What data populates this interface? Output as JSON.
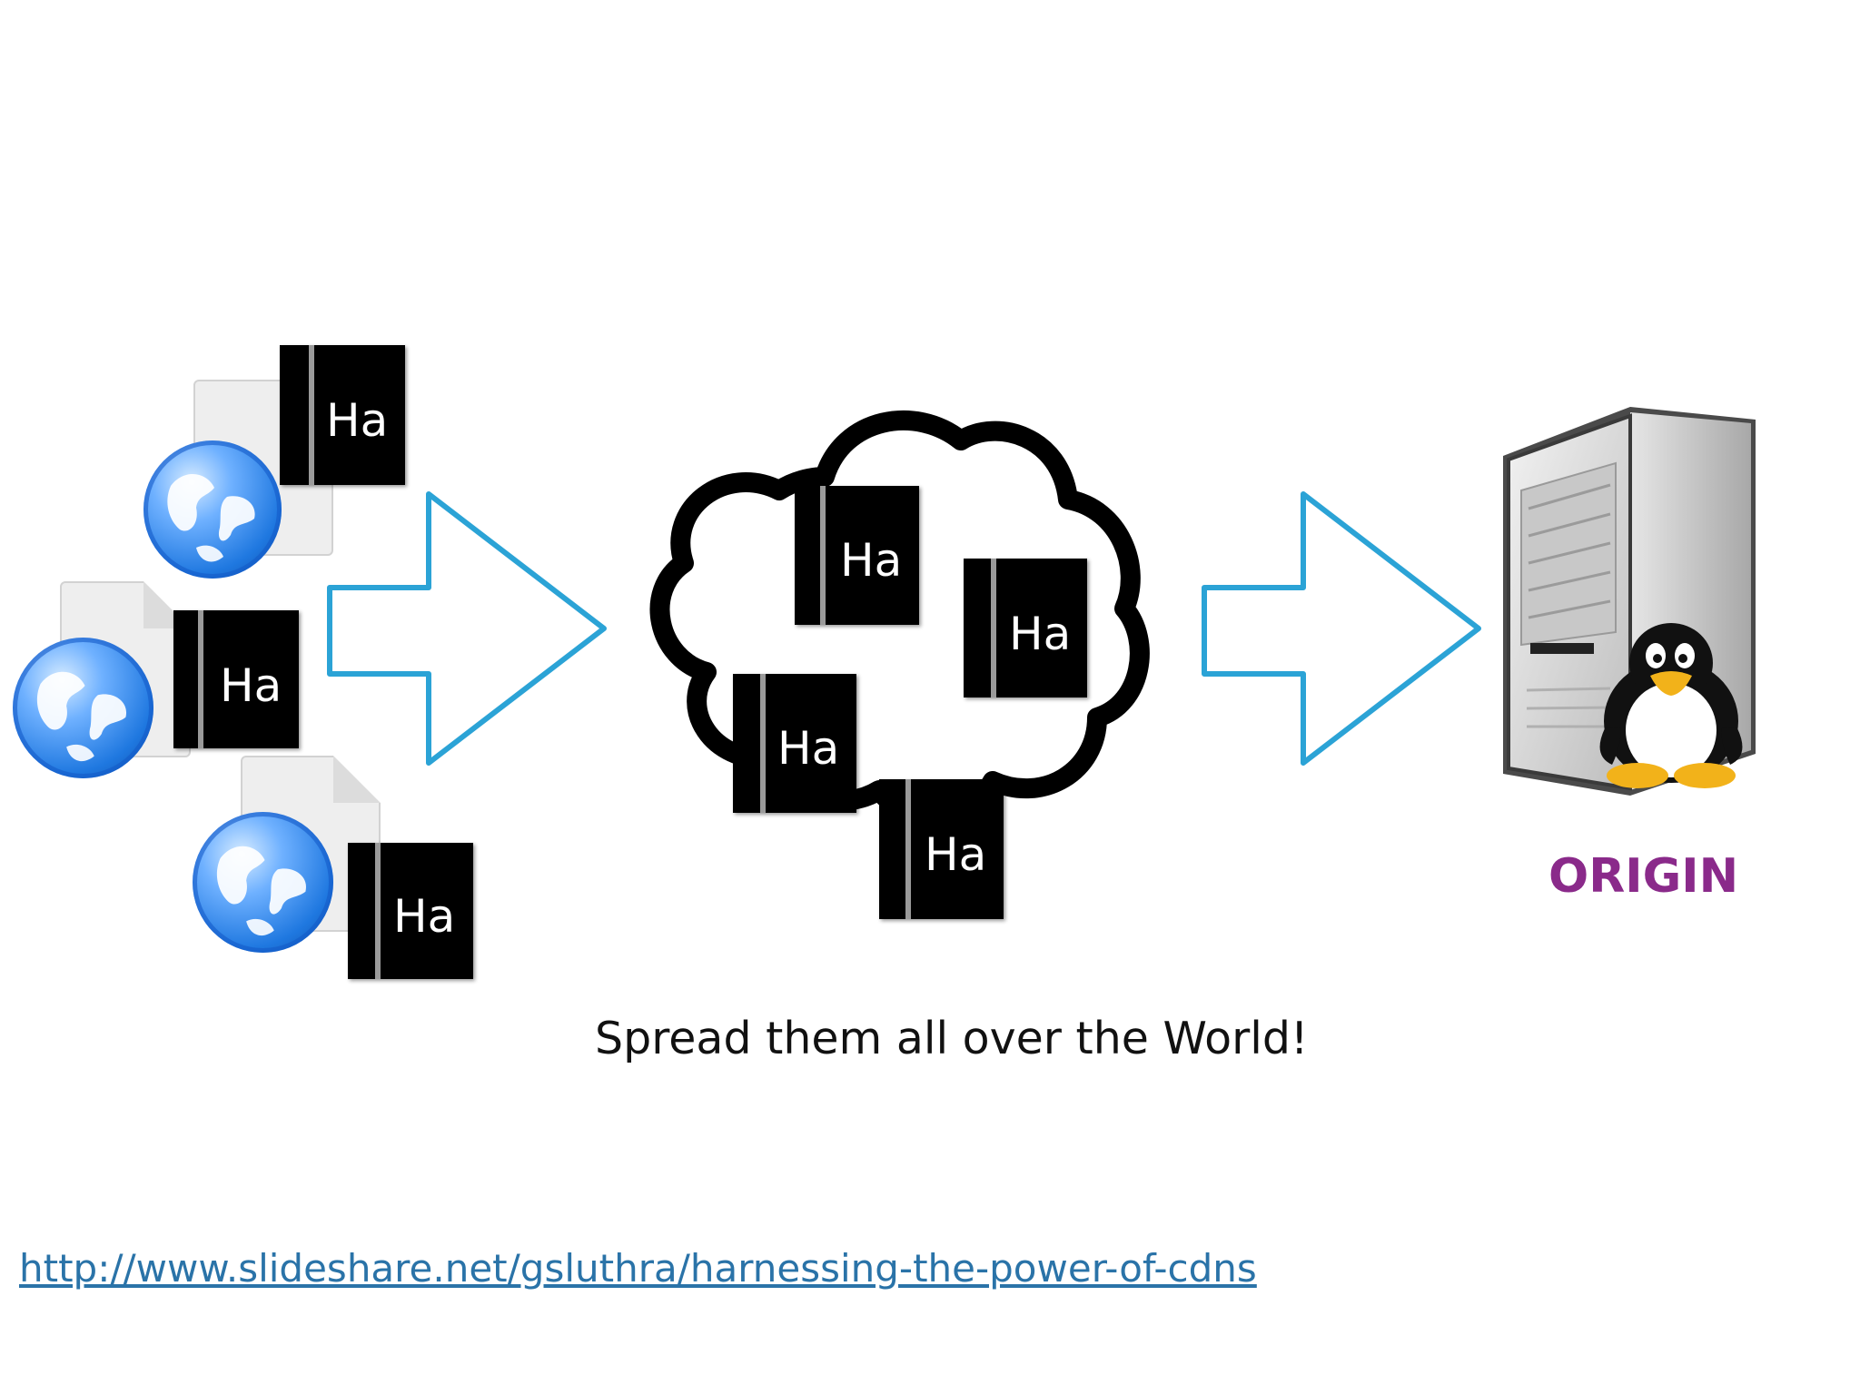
{
  "diagram": {
    "ha_label": "Ha",
    "caption": "Spread them all over the World!",
    "origin_label": "ORIGIN",
    "source_link": "http://www.slideshare.net/gsluthra/harnessing-the-power-of-cdns"
  },
  "icons": {
    "client": "globe-document-icon",
    "cache": "cloud-icon",
    "server": "server-tower-icon",
    "linux": "tux-penguin-icon",
    "flow": "arrow-right-icon"
  },
  "colors": {
    "arrow": "#2ba3d6",
    "origin": "#8a2a8a",
    "link": "#2a73a8",
    "cloud": "#000000",
    "ha_box": "#000000"
  }
}
